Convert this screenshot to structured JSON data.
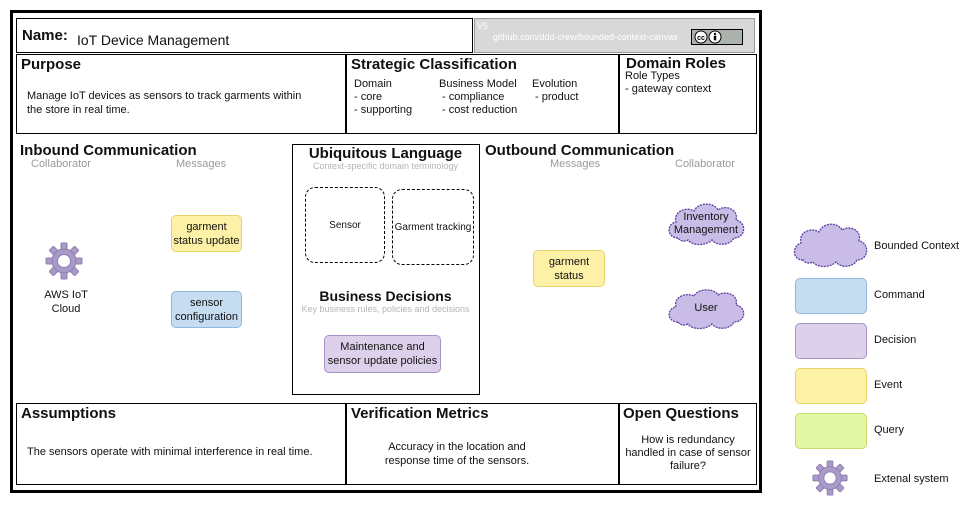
{
  "header": {
    "name_label": "Name:",
    "name_value": "IoT Device Management",
    "version": "V5",
    "source_link": "github.com/ddd-crew/bounded-context-canvas",
    "license_badge": "cc by"
  },
  "purpose": {
    "title": "Purpose",
    "text": "Manage IoT devices as sensors to track garments within the store in real time."
  },
  "strategic": {
    "title": "Strategic Classification",
    "domain_title": "Domain",
    "domain_items": [
      "- core",
      "- supporting"
    ],
    "business_title": "Business Model",
    "business_items": [
      "- compliance",
      "- cost reduction"
    ],
    "evolution_title": "Evolution",
    "evolution_items": [
      "- product"
    ]
  },
  "domain_roles": {
    "title": "Domain Roles",
    "subtitle": "Role Types",
    "items": [
      "- gateway context"
    ]
  },
  "inbound": {
    "title": "Inbound Communication",
    "collaborator_label": "Collaborator",
    "messages_label": "Messages",
    "collaborator": "AWS IoT Cloud",
    "messages": [
      {
        "text": "garment status update",
        "type": "event"
      },
      {
        "text": "sensor configuration",
        "type": "command"
      }
    ]
  },
  "ubiquitous": {
    "title": "Ubiquitous Language",
    "subtitle": "Context-specific domain terminology",
    "terms": [
      "Sensor",
      "Garment tracking"
    ]
  },
  "decisions": {
    "title": "Business Decisions",
    "subtitle": "Key business rules, policies and decisions",
    "items": [
      "Maintenance and sensor update policies"
    ]
  },
  "outbound": {
    "title": "Outbound Communication",
    "messages_label": "Messages",
    "collaborator_label": "Collaborator",
    "messages": [
      {
        "text": "garment status",
        "type": "event"
      }
    ],
    "collaborators": [
      "Inventory Management",
      "User"
    ]
  },
  "assumptions": {
    "title": "Assumptions",
    "text": "The sensors operate with minimal interference in real time."
  },
  "metrics": {
    "title": "Verification Metrics",
    "text": "Accuracy in the location and response time of the sensors."
  },
  "questions": {
    "title": "Open Questions",
    "text": "How is redundancy handled in case of sensor failure?"
  },
  "legend": {
    "items": [
      "Bounded Context",
      "Command",
      "Decision",
      "Event",
      "Query",
      "Extenal system"
    ]
  },
  "colors": {
    "event": "#fdf1a8",
    "command": "#c6dcf1",
    "decision": "#ddd0ea",
    "query": "#e3f7a4",
    "cloud": "#c9bde8",
    "gear": "#a99ac8"
  },
  "icons": [
    "gear-icon",
    "cloud-icon",
    "creative-commons-icon"
  ]
}
